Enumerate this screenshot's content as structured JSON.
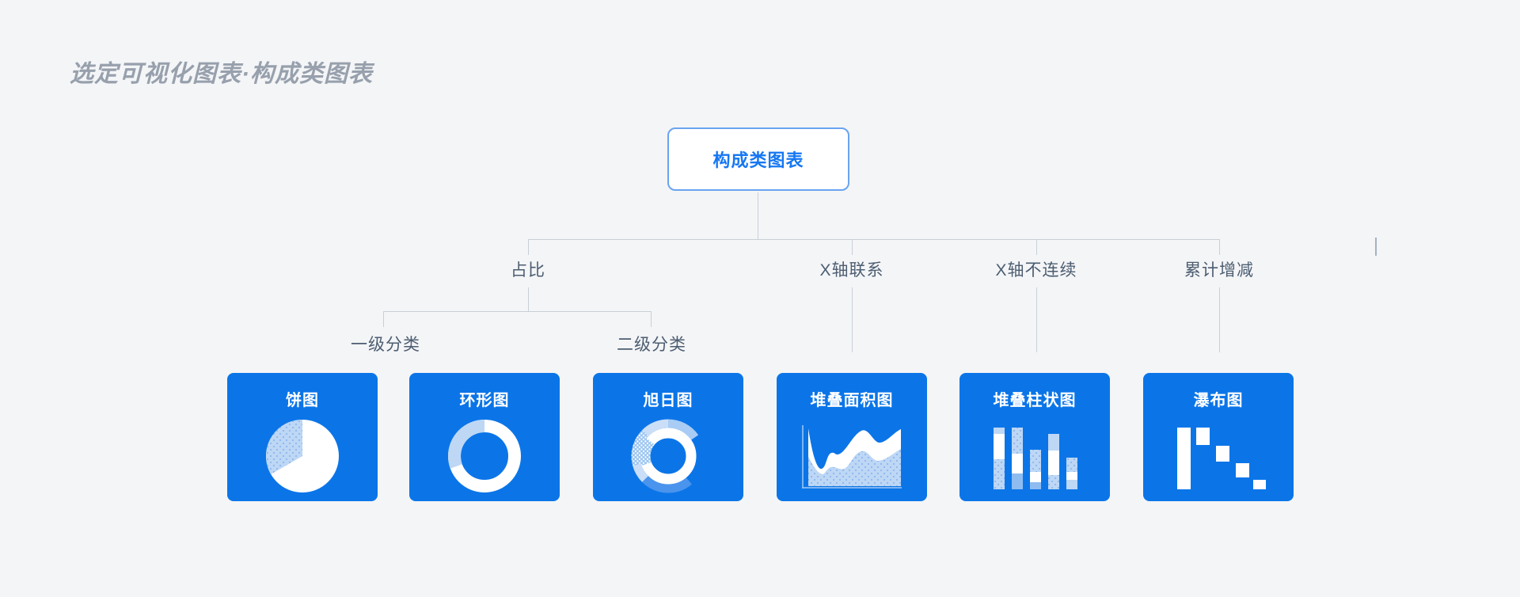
{
  "page": {
    "title": "选定可视化图表·构成类图表"
  },
  "tree": {
    "root": {
      "label": "构成类图表"
    },
    "branches": [
      {
        "label": "占比",
        "children": [
          {
            "label": "一级分类"
          },
          {
            "label": "二级分类"
          }
        ]
      },
      {
        "label": "X轴联系"
      },
      {
        "label": "X轴不连续"
      },
      {
        "label": "累计增减"
      }
    ]
  },
  "cards": [
    {
      "label": "饼图",
      "icon": "pie-chart-icon"
    },
    {
      "label": "环形图",
      "icon": "donut-chart-icon"
    },
    {
      "label": "旭日图",
      "icon": "sunburst-chart-icon"
    },
    {
      "label": "堆叠面积图",
      "icon": "stacked-area-chart-icon"
    },
    {
      "label": "堆叠柱状图",
      "icon": "stacked-column-chart-icon"
    },
    {
      "label": "瀑布图",
      "icon": "waterfall-chart-icon"
    }
  ],
  "colors": {
    "background": "#f4f5f7",
    "card_blue": "#0b75e8",
    "icon_light_blue": "#bdd7f5",
    "icon_medium_blue": "#8fbcf0",
    "icon_pale_blue": "#cfe0f8",
    "connector_line": "#c9cfd7",
    "branch_label_text": "#4c5d71",
    "page_title_text": "#97a0ac",
    "root_node_border": "#69a4f1",
    "root_node_text": "#1677f3"
  }
}
